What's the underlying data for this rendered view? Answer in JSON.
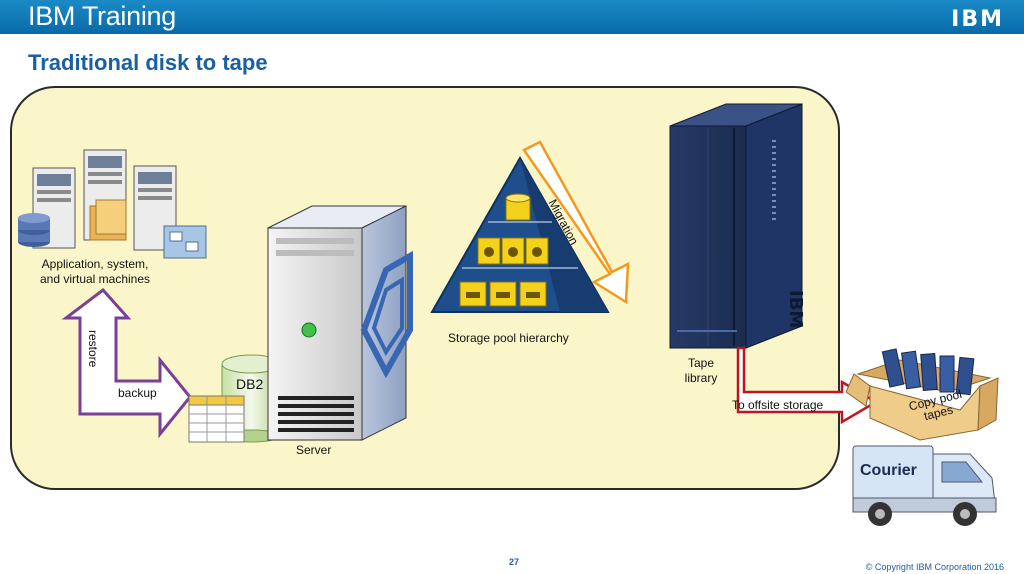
{
  "header": {
    "brand": "IBM Training",
    "logo": "IBM"
  },
  "slide": {
    "title": "Traditional disk to tape",
    "page_number": "27",
    "copyright": "© Copyright IBM Corporation 2016"
  },
  "diagram": {
    "app_label": "Application, system,\nand virtual machines",
    "restore_label": "restore",
    "backup_label": "backup",
    "db_label": "DB2",
    "server_label": "Server",
    "storage_label": "Storage pool hierarchy",
    "migration_label": "Migration",
    "tape_label": "Tape\nlibrary",
    "offsite_label": "To offsite storage",
    "box_label": "Copy pool\ntapes",
    "courier_label": "Courier"
  },
  "colors": {
    "header": "#0a6aa8",
    "title": "#1a5fa4",
    "panel": "#fbf6c9",
    "arrow_purple": "#7a3f96",
    "arrow_red": "#c0141e",
    "migration": "#f29a1f",
    "pyramid": "#1f4e8c",
    "tape_library": "#1c2f56"
  }
}
